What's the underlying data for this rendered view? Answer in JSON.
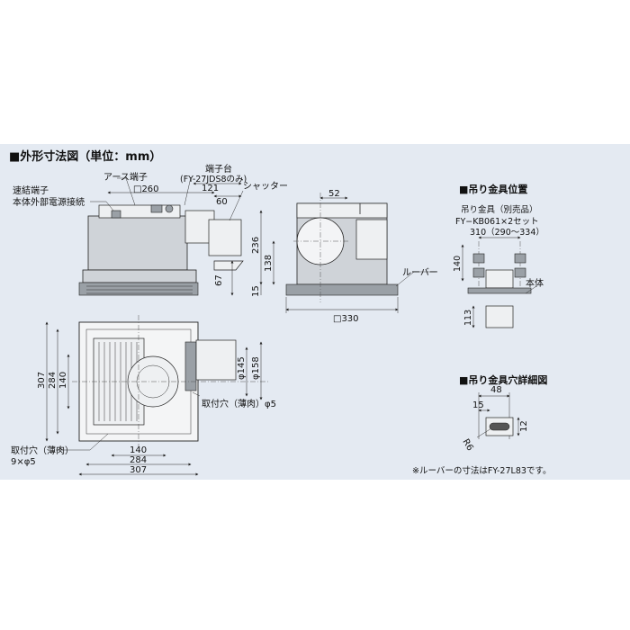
{
  "heading": "■外形寸法図（単位：mm）",
  "front": {
    "label_earth": "アース端子",
    "label_terminal_block": "端子台",
    "label_terminal_model": "(FY-27JDS8のみ)",
    "label_quick_connect_1": "速結端子",
    "label_quick_connect_2": "本体外部電源接続",
    "label_shutter": "シャッター",
    "dim_260": "□260",
    "dim_121": "121",
    "dim_60": "60",
    "dim_67": "67"
  },
  "side": {
    "dim_52": "52",
    "dim_236": "236",
    "dim_138": "138",
    "dim_15": "15",
    "dim_330": "□330",
    "label_louver": "ルーバー"
  },
  "plan": {
    "dim_307_v": "307",
    "dim_284_v": "284",
    "dim_140_v": "140",
    "dim_145": "φ145",
    "dim_158": "φ158",
    "label_mount_hole": "取付穴（薄肉）φ5",
    "label_mount_holes_1": "取付穴（薄肉）",
    "label_mount_holes_2": "9×φ5",
    "dim_140_h": "140",
    "dim_284_h": "284",
    "dim_307_h": "307"
  },
  "bracket_position": {
    "title": "■吊り金具位置",
    "label_hanger_1": "吊り金具（別売品）",
    "label_hanger_2": "FY−KB061×2セット",
    "dim_310": "310（290〜334）",
    "dim_140": "140",
    "label_body": "本体",
    "dim_113": "113"
  },
  "bracket_hole": {
    "title": "■吊り金具穴詳細図",
    "dim_48": "48",
    "dim_15": "15",
    "dim_12": "12",
    "dim_r6": "R6"
  },
  "note": "※ルーバーの寸法はFY-27L83です。"
}
